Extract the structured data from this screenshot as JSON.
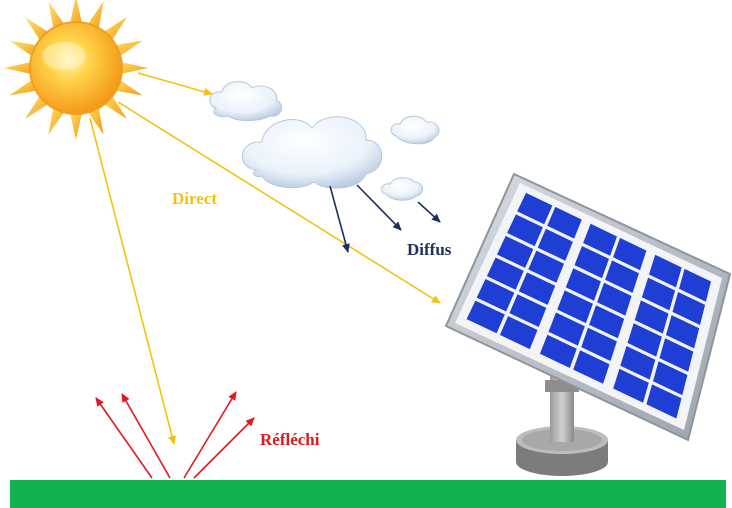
{
  "labels": {
    "direct": "Direct",
    "diffus": "Diffus",
    "reflechi": "Réfléchi"
  },
  "colors": {
    "direct": "#f3c20e",
    "diffus": "#1f2f5a",
    "reflechi": "#e0191e",
    "ground": "#12b34c",
    "panel_cell": "#1f3fd4",
    "sun": "#f7a21b"
  },
  "icons": [
    "sun-icon",
    "cloud-icon",
    "solar-panel-icon"
  ]
}
